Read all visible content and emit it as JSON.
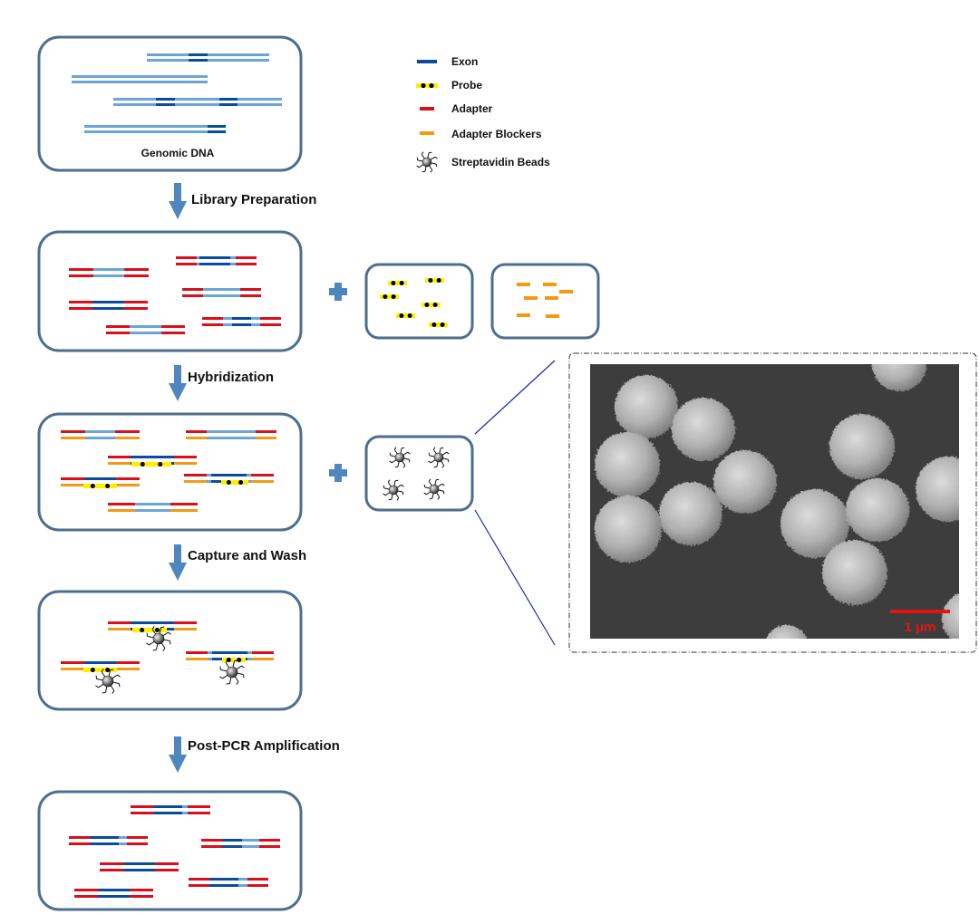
{
  "legend": {
    "exon": "Exon",
    "probe": "Probe",
    "adapter": "Adapter",
    "adapter_blockers": "Adapter Blockers",
    "streptavidin_beads": "Streptavidin Beads"
  },
  "panels": {
    "genomic_dna": "Genomic DNA"
  },
  "steps": {
    "library_preparation": "Library  Preparation",
    "hybridization": "Hybridization",
    "capture_and_wash": "Capture and Wash",
    "post_pcr_amplification": "Post-PCR Amplification"
  },
  "micrograph": {
    "scale_bar": "1 μm"
  },
  "colors": {
    "panel_border": "#4d6f8f",
    "arrow": "#4f86bd",
    "intron": "#6aa5d6",
    "exon": "#0b4c9a",
    "adapter": "#d9101c",
    "blocker": "#f29a12",
    "probe": "#fff000",
    "scale_bar": "#e31414",
    "zoom_lines": "#1a2fa3",
    "sem_background": "#3d3d3d"
  }
}
